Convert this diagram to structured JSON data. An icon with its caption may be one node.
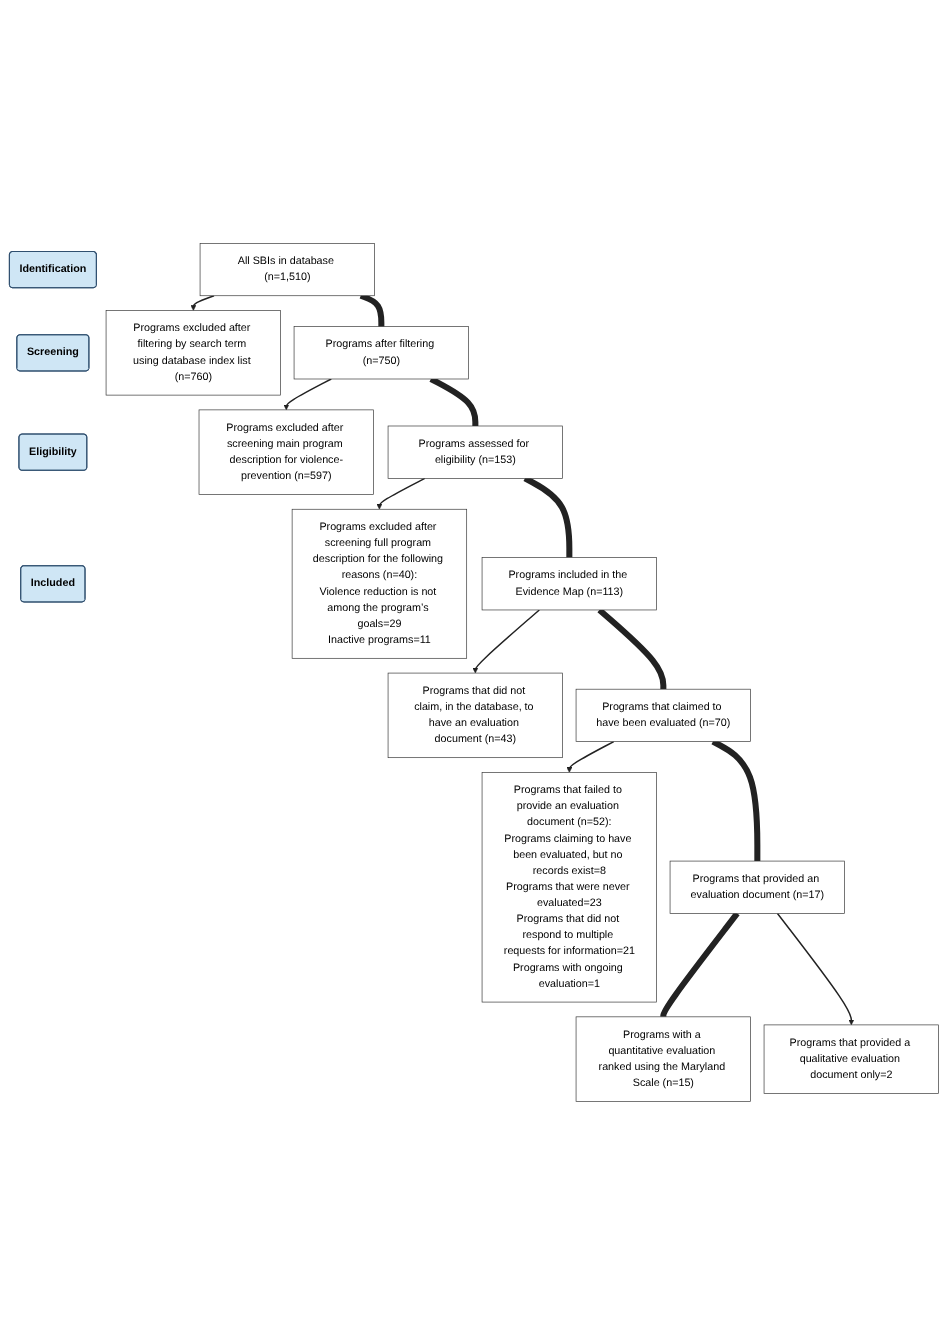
{
  "diagram": {
    "nodes": [
      {
        "text": [
          "Identification"
        ]
      },
      {
        "text": [
          "Screening"
        ]
      },
      {
        "text": [
          "Eligibility"
        ]
      },
      {
        "text": [
          "Included"
        ]
      },
      {
        "text": [
          "All SBIs in database (n=1,510)"
        ]
      },
      {
        "text": [
          "Programs excluded after filtering by search term using database index list (n=760)"
        ]
      },
      {
        "text": [
          "Programs after filtering (n=750)"
        ]
      },
      {
        "text": [
          "Programs excluded after screening main program description for violence-prevention (n=597)"
        ]
      },
      {
        "text": [
          "Programs assessed for eligibility (n=153)"
        ]
      },
      {
        "text": [
          "Programs excluded after screening full program description for the following reasons (n=40):",
          "Violence reduction is not among the program’s goals=29",
          "Inactive programs=11"
        ]
      },
      {
        "text": [
          "Programs included in the Evidence Map (n=113)"
        ]
      },
      {
        "text": [
          "Programs that did not claim, in the database, to have an evaluation document (n=43)"
        ]
      },
      {
        "text": [
          "Programs that claimed to have been evaluated (n=70)"
        ]
      },
      {
        "text": [
          "Programs that failed to provide an evaluation document (n=52):",
          "Programs claiming to have been evaluated, but no records exist=8",
          "Programs that were never evaluated=23",
          "Programs that did not respond to multiple requests for information=21",
          "Programs with ongoing evaluation=1"
        ]
      },
      {
        "text": [
          "Programs that provided an evaluation document (n=17)"
        ]
      },
      {
        "text": [
          "Programs with a quantitative evaluation ranked using the Maryland Scale (n=15)"
        ]
      },
      {
        "text": [
          "Programs that provided a qualitative evaluation document only=2"
        ]
      }
    ],
    "edges": [
      {
        "from": 4,
        "to": 5,
        "arrow": "to"
      },
      {
        "from": 4,
        "to": 6,
        "arrow": "none",
        "style": "thick"
      },
      {
        "from": 6,
        "to": 7,
        "arrow": "to"
      },
      {
        "from": 6,
        "to": 8,
        "arrow": "none",
        "style": "thick"
      },
      {
        "from": 8,
        "to": 9,
        "arrow": "to"
      },
      {
        "from": 8,
        "to": 10,
        "arrow": "none",
        "style": "thick"
      },
      {
        "from": 10,
        "to": 11,
        "arrow": "to"
      },
      {
        "from": 10,
        "to": 12,
        "arrow": "none",
        "style": "thick"
      },
      {
        "from": 12,
        "to": 13,
        "arrow": "to"
      },
      {
        "from": 12,
        "to": 14,
        "arrow": "none",
        "style": "thick"
      },
      {
        "from": 14,
        "to": 15,
        "arrow": "none",
        "style": "thick"
      },
      {
        "from": 14,
        "to": 16,
        "arrow": "to"
      }
    ]
  }
}
